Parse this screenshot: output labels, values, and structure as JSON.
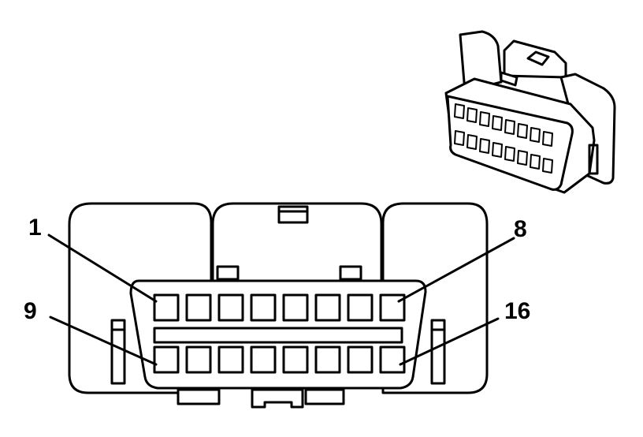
{
  "labels": {
    "pin_1": "1",
    "pin_8": "8",
    "pin_9": "9",
    "pin_16": "16"
  },
  "connector": {
    "pins_per_row": 8,
    "rows": 2
  },
  "colors": {
    "line": "#000000",
    "background": "#ffffff"
  }
}
